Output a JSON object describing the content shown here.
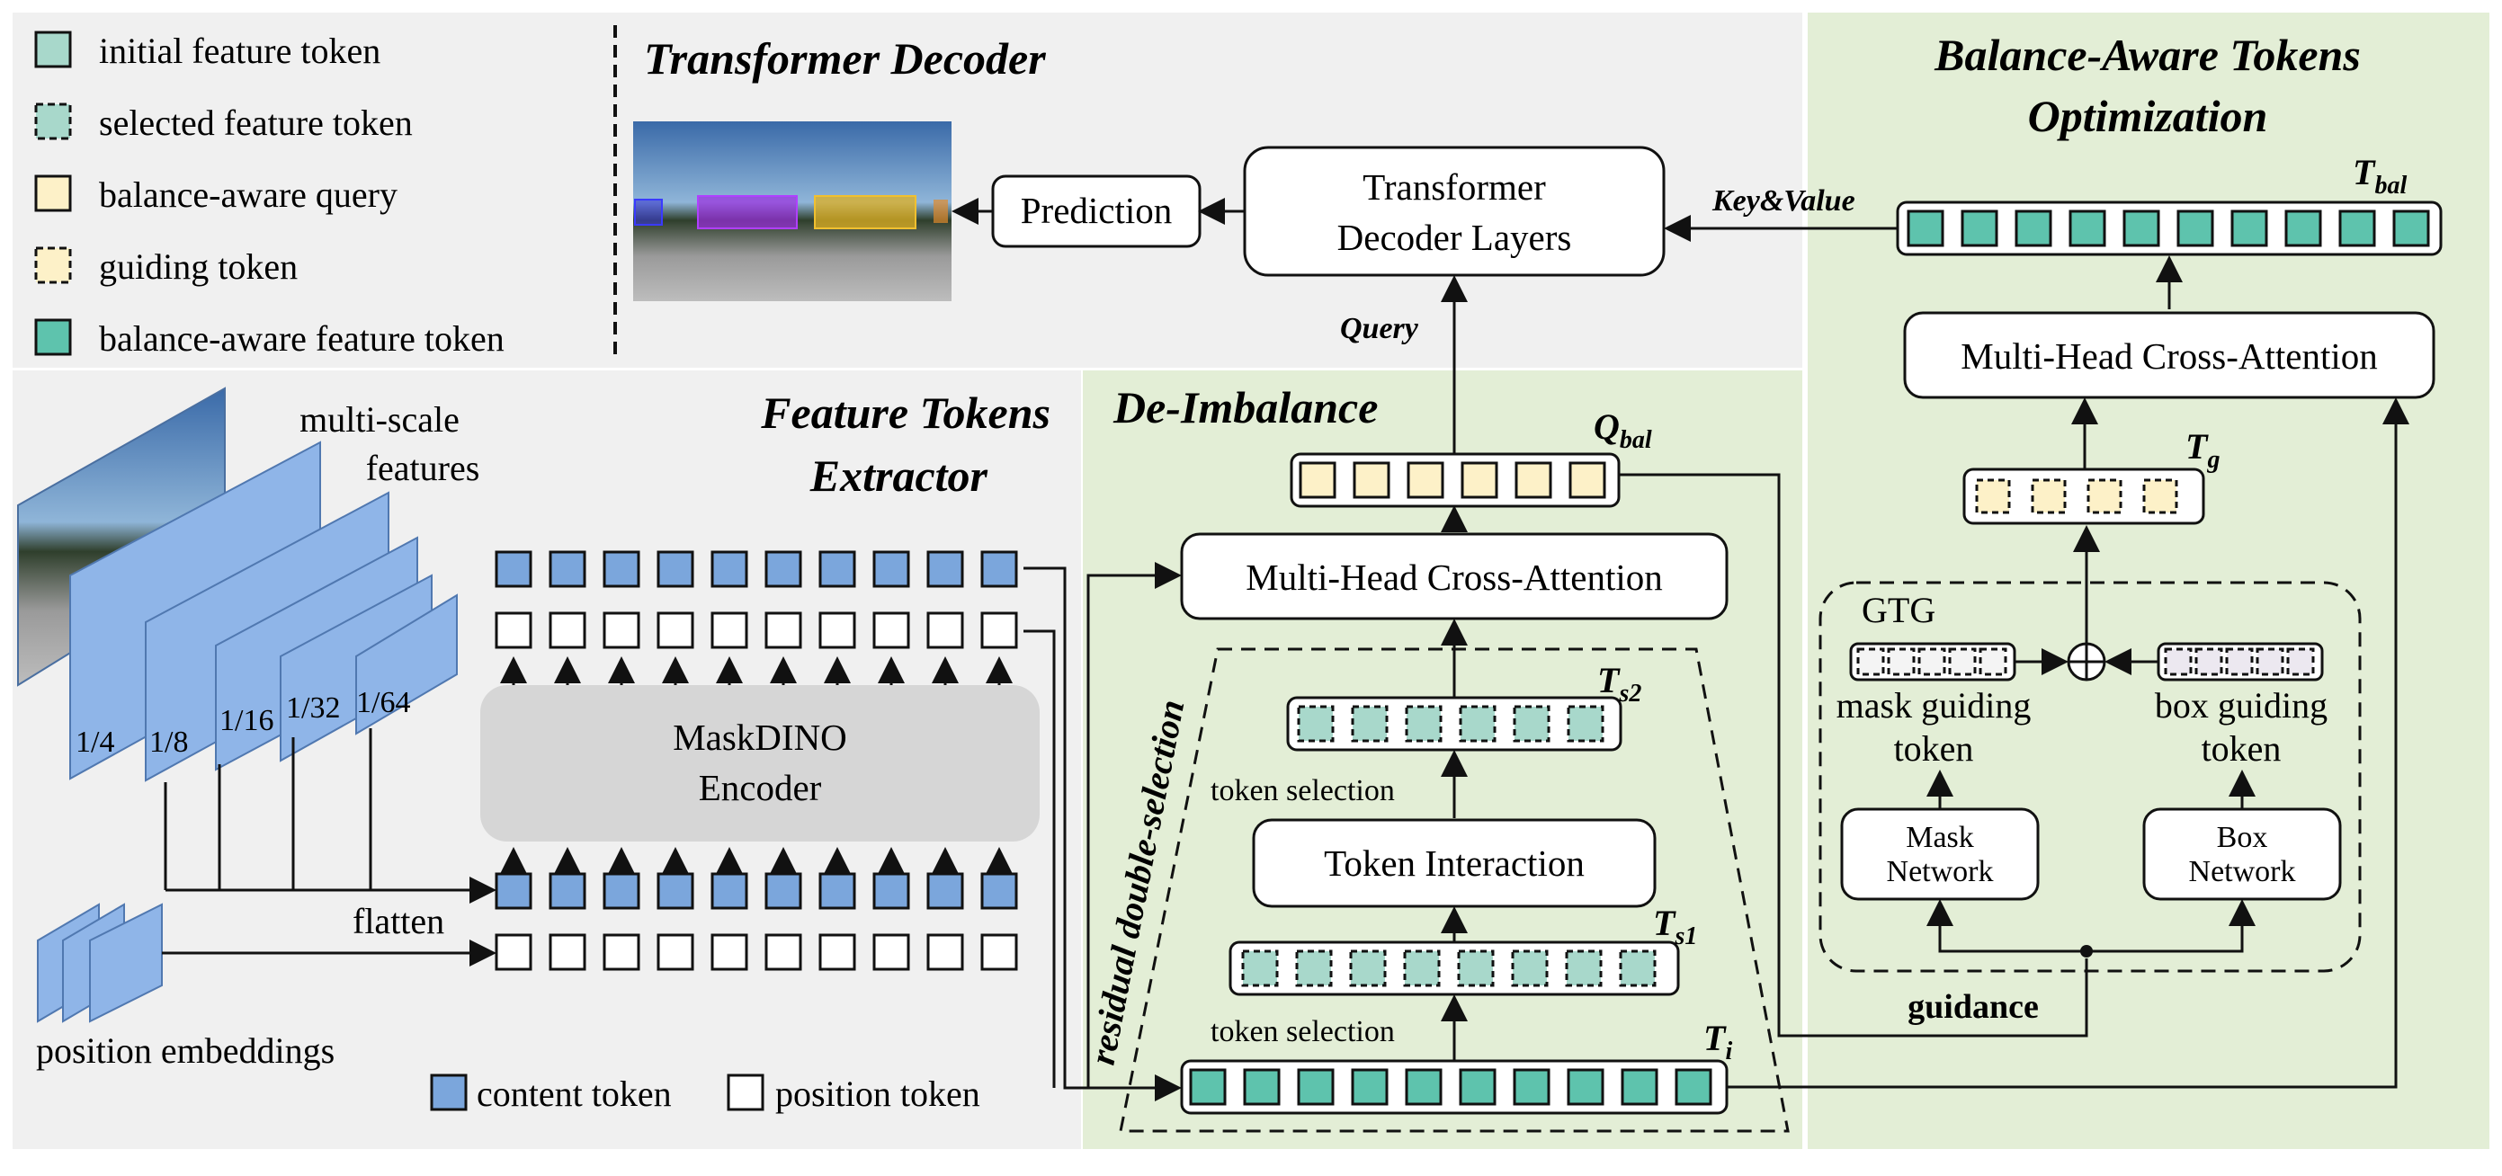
{
  "legend": {
    "initial_feature_token": "initial feature token",
    "selected_feature_token": "selected feature token",
    "balance_aware_query": "balance-aware query",
    "guiding_token": "guiding token",
    "balance_aware_feature_token": "balance-aware feature token"
  },
  "sections": {
    "transformer_decoder": "Transformer Decoder",
    "feature_tokens_extractor_line1": "Feature Tokens",
    "feature_tokens_extractor_line2": "Extractor",
    "de_imbalance": "De-Imbalance",
    "bato_line1": "Balance-Aware Tokens",
    "bato_line2": "Optimization"
  },
  "nodes": {
    "prediction": "Prediction",
    "decoder_line1": "Transformer",
    "decoder_line2": "Decoder Layers",
    "mhca_left": "Multi-Head Cross-Attention",
    "mhca_right": "Multi-Head Cross-Attention",
    "token_interaction": "Token Interaction",
    "encoder_line1": "MaskDINO",
    "encoder_line2": "Encoder",
    "mask_network_line1": "Mask",
    "mask_network_line2": "Network",
    "box_network_line1": "Box",
    "box_network_line2": "Network"
  },
  "labels": {
    "multi_scale_line1": "multi-scale",
    "multi_scale_line2": "features",
    "flatten": "flatten",
    "position_embeddings": "position embeddings",
    "content_token": "content token",
    "position_token": "position token",
    "query": "Query",
    "key_value": "Key&Value",
    "token_selection_top": "token selection",
    "token_selection_bottom": "token selection",
    "residual_double_selection": "residual double-selection",
    "gtg": "GTG",
    "mask_guiding_line1": "mask guiding",
    "mask_guiding_line2": "token",
    "box_guiding_line1": "box guiding",
    "box_guiding_line2": "token",
    "guidance": "guidance"
  },
  "scales": [
    "1/4",
    "1/8",
    "1/16",
    "1/32",
    "1/64"
  ],
  "variables": {
    "q_bal": {
      "base": "Q",
      "sub": "bal"
    },
    "t_bal": {
      "base": "T",
      "sub": "bal"
    },
    "t_g": {
      "base": "T",
      "sub": "g"
    },
    "t_s2": {
      "base": "T",
      "sub": "s2"
    },
    "t_s1": {
      "base": "T",
      "sub": "s1"
    },
    "t_i": {
      "base": "T",
      "sub": "i"
    }
  },
  "colors": {
    "teal_token": "#5ec3ad",
    "selected_token": "#a8d8cb",
    "query_token": "#fdf1c8",
    "content_token": "#7ba6dc",
    "de_imbalance_bg": "#e3eed6",
    "bato_bg": "#e3eed6",
    "gray_bg": "#f0f0f0",
    "encoder_fill": "#d6d6d6"
  }
}
